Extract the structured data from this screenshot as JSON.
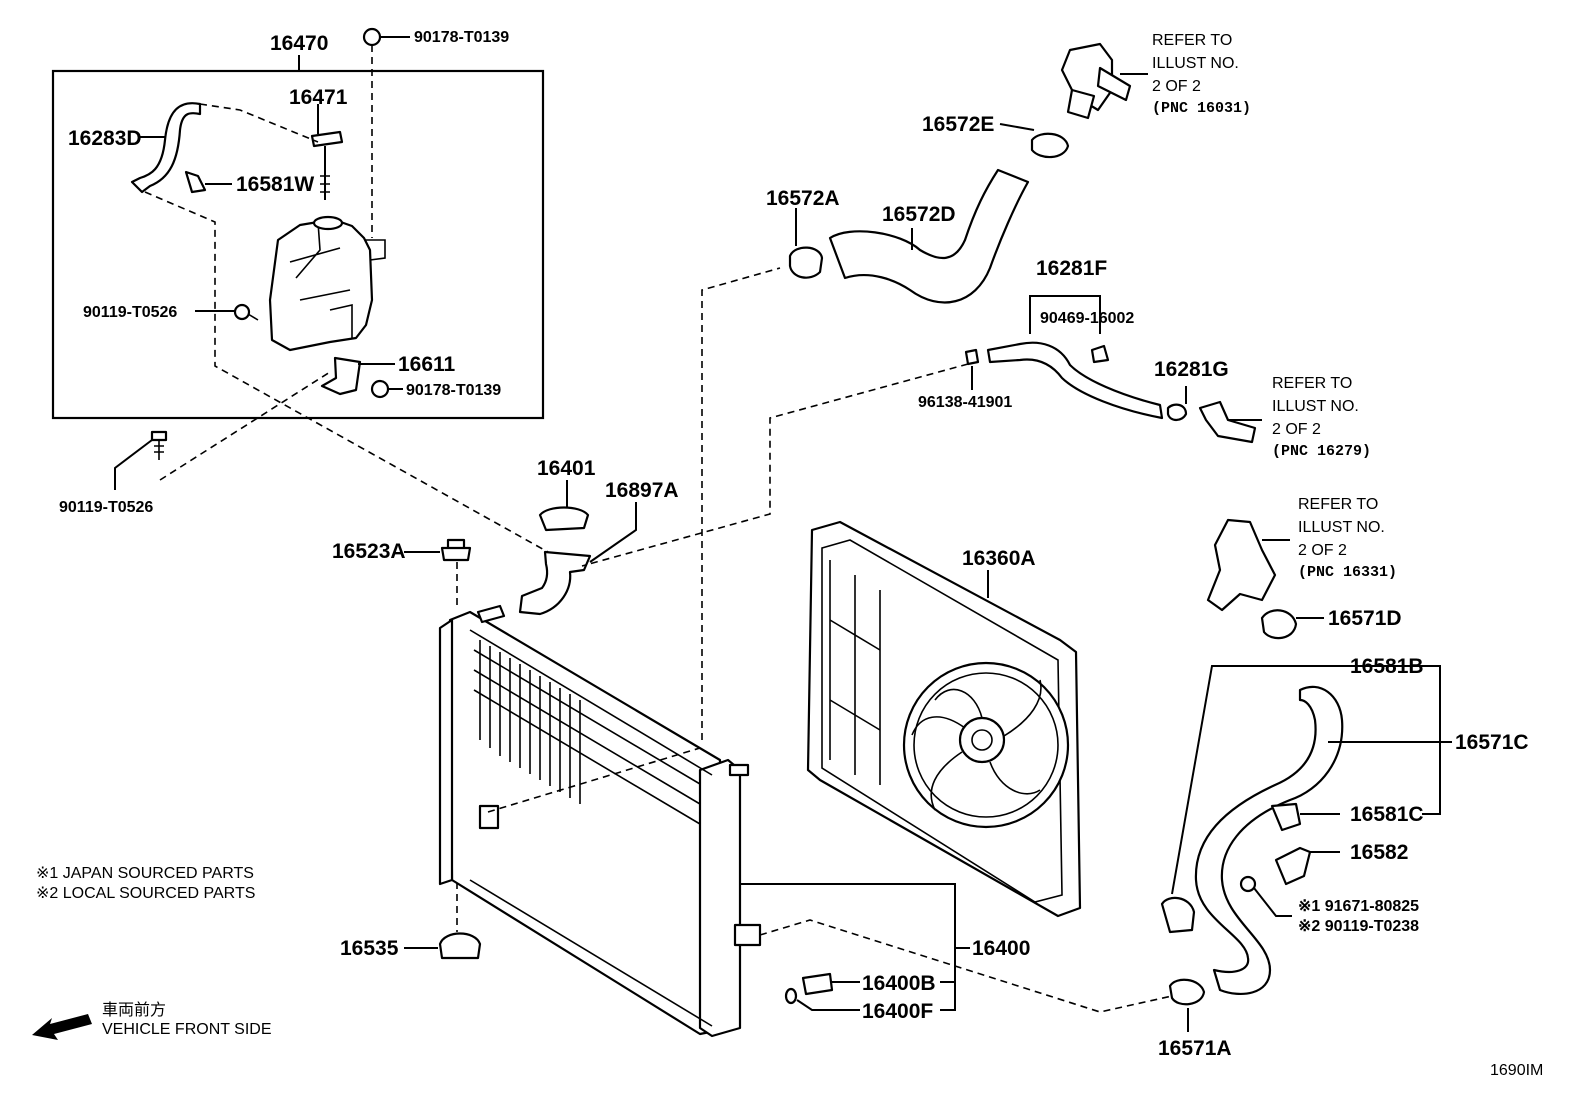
{
  "labels": {
    "p16470": "16470",
    "p90178_t0139_top": "90178-T0139",
    "p16471": "16471",
    "p16283d": "16283D",
    "p16581w": "16581W",
    "p90119_t0526_tank": "90119-T0526",
    "p16611": "16611",
    "p90178_t0139_bottom": "90178-T0139",
    "p90119_t0526_outer": "90119-T0526",
    "p16401": "16401",
    "p16897a": "16897A",
    "p16523a": "16523A",
    "p16535": "16535",
    "p16572e": "16572E",
    "p16572a": "16572A",
    "p16572d": "16572D",
    "p16281f": "16281F",
    "p90469_16002": "90469-16002",
    "p96138_41901": "96138-41901",
    "p16281g": "16281G",
    "p16360a": "16360A",
    "p16571d": "16571D",
    "p16581b": "16581B",
    "p16571c": "16571C",
    "p16581c": "16581C",
    "p16582": "16582",
    "p91671_80825": "※1  91671-80825",
    "p90119_t0238": "※2  90119-T0238",
    "p16400": "16400",
    "p16400b": "16400B",
    "p16400f": "16400F",
    "p16571a": "16571A"
  },
  "refs": {
    "ref1": {
      "line1": "REFER TO",
      "line2": "ILLUST NO.",
      "line3": "2 OF 2",
      "pnc": "(PNC 16031)"
    },
    "ref2": {
      "line1": "REFER TO",
      "line2": "ILLUST NO.",
      "line3": "2 OF 2",
      "pnc": "(PNC 16279)"
    },
    "ref3": {
      "line1": "REFER TO",
      "line2": "ILLUST NO.",
      "line3": "2 OF 2",
      "pnc": "(PNC 16331)"
    }
  },
  "notes": {
    "japan": "※1  JAPAN SOURCED PARTS",
    "local": "※2  LOCAL SOURCED PARTS",
    "front_jp": "車両前方",
    "front_en": "VEHICLE FRONT SIDE"
  },
  "illustration_id": "1690IM"
}
